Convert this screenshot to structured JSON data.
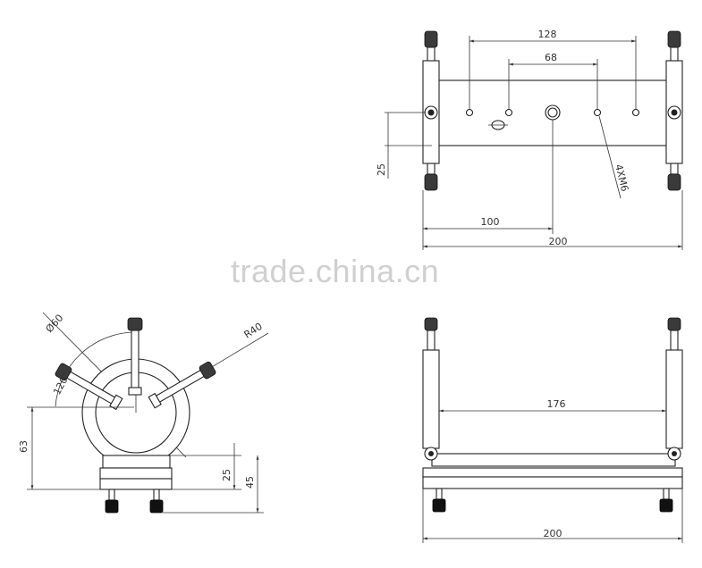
{
  "watermark": "trade.china.cn",
  "top_view": {
    "dim_128": "128",
    "dim_68": "68",
    "dim_25": "25",
    "dim_100": "100",
    "dim_200": "200",
    "hole_callout": "4XM6"
  },
  "front_view": {
    "dim_176": "176",
    "dim_200": "200"
  },
  "side_view": {
    "dim_diameter": "Ø60",
    "dim_radius": "R40",
    "dim_angle": "120°",
    "dim_63": "63",
    "dim_25": "25",
    "dim_45": "45"
  }
}
